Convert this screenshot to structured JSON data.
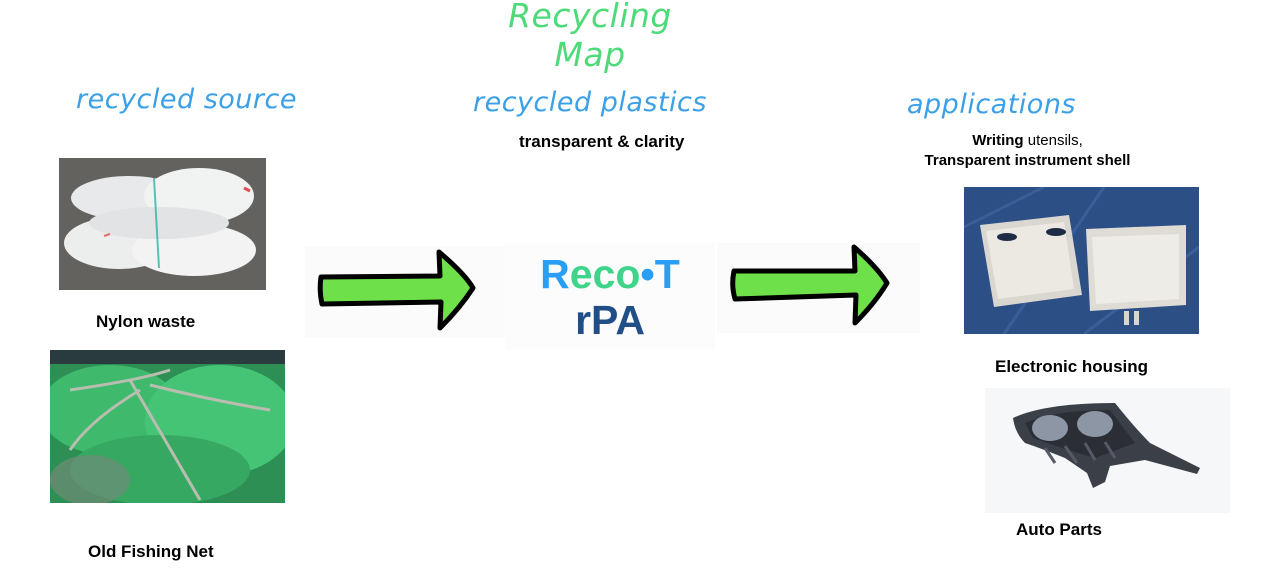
{
  "title": "Recycling Map",
  "columns": {
    "source": {
      "heading": "recycled source",
      "items": [
        {
          "label": "Nylon waste",
          "image": "nylon-waste-photo"
        },
        {
          "label": "Old Fishing Net",
          "image": "fishing-net-photo"
        }
      ]
    },
    "plastics": {
      "heading": "recycled plastics",
      "subtitle": "transparent & clarity",
      "logo": {
        "part1": "Reco",
        "dot": "•",
        "part2": "T",
        "product": "rPA"
      }
    },
    "applications": {
      "heading": "applications",
      "description_bold_1": "Writing",
      "description_normal_1": " utensils,",
      "description_line_2": "Transparent instrument shell",
      "items": [
        {
          "label": "Electronic housing",
          "image": "electronic-housing-photo"
        },
        {
          "label": "Auto Parts",
          "image": "auto-parts-photo"
        }
      ]
    }
  },
  "colors": {
    "title": "#4ddb7a",
    "heading": "#3ba0e6",
    "arrow_fill": "#6ee04a",
    "logo_blue": "#2a9df4",
    "logo_green": "#3fd48a",
    "logo_navy": "#1f4f86"
  }
}
